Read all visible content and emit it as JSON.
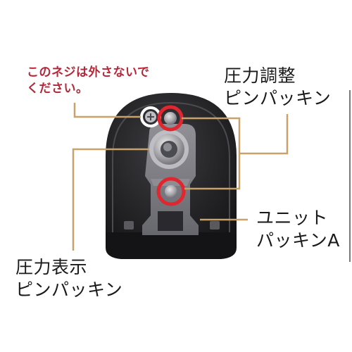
{
  "annotations": {
    "screw_warning": {
      "line1": "このネジは外さないで",
      "line2": "ください。",
      "color": "#b4283a"
    },
    "pressure_adjust_pin_packing": {
      "line1": "圧力調整",
      "line2": "ピンパッキン"
    },
    "unit_packing_a": {
      "line1": "ユニット",
      "line2": "パッキンA"
    },
    "pressure_display_pin_packing": {
      "line1": "圧力表示",
      "line2": "ピンパッキン"
    }
  },
  "colors": {
    "leader_line": "#c8a26a",
    "highlight_ring_red": "#e0262e",
    "highlight_ring_white": "#ffffff",
    "device_body": "#1c1c1e"
  },
  "icons": {
    "screw": "screw-icon"
  }
}
